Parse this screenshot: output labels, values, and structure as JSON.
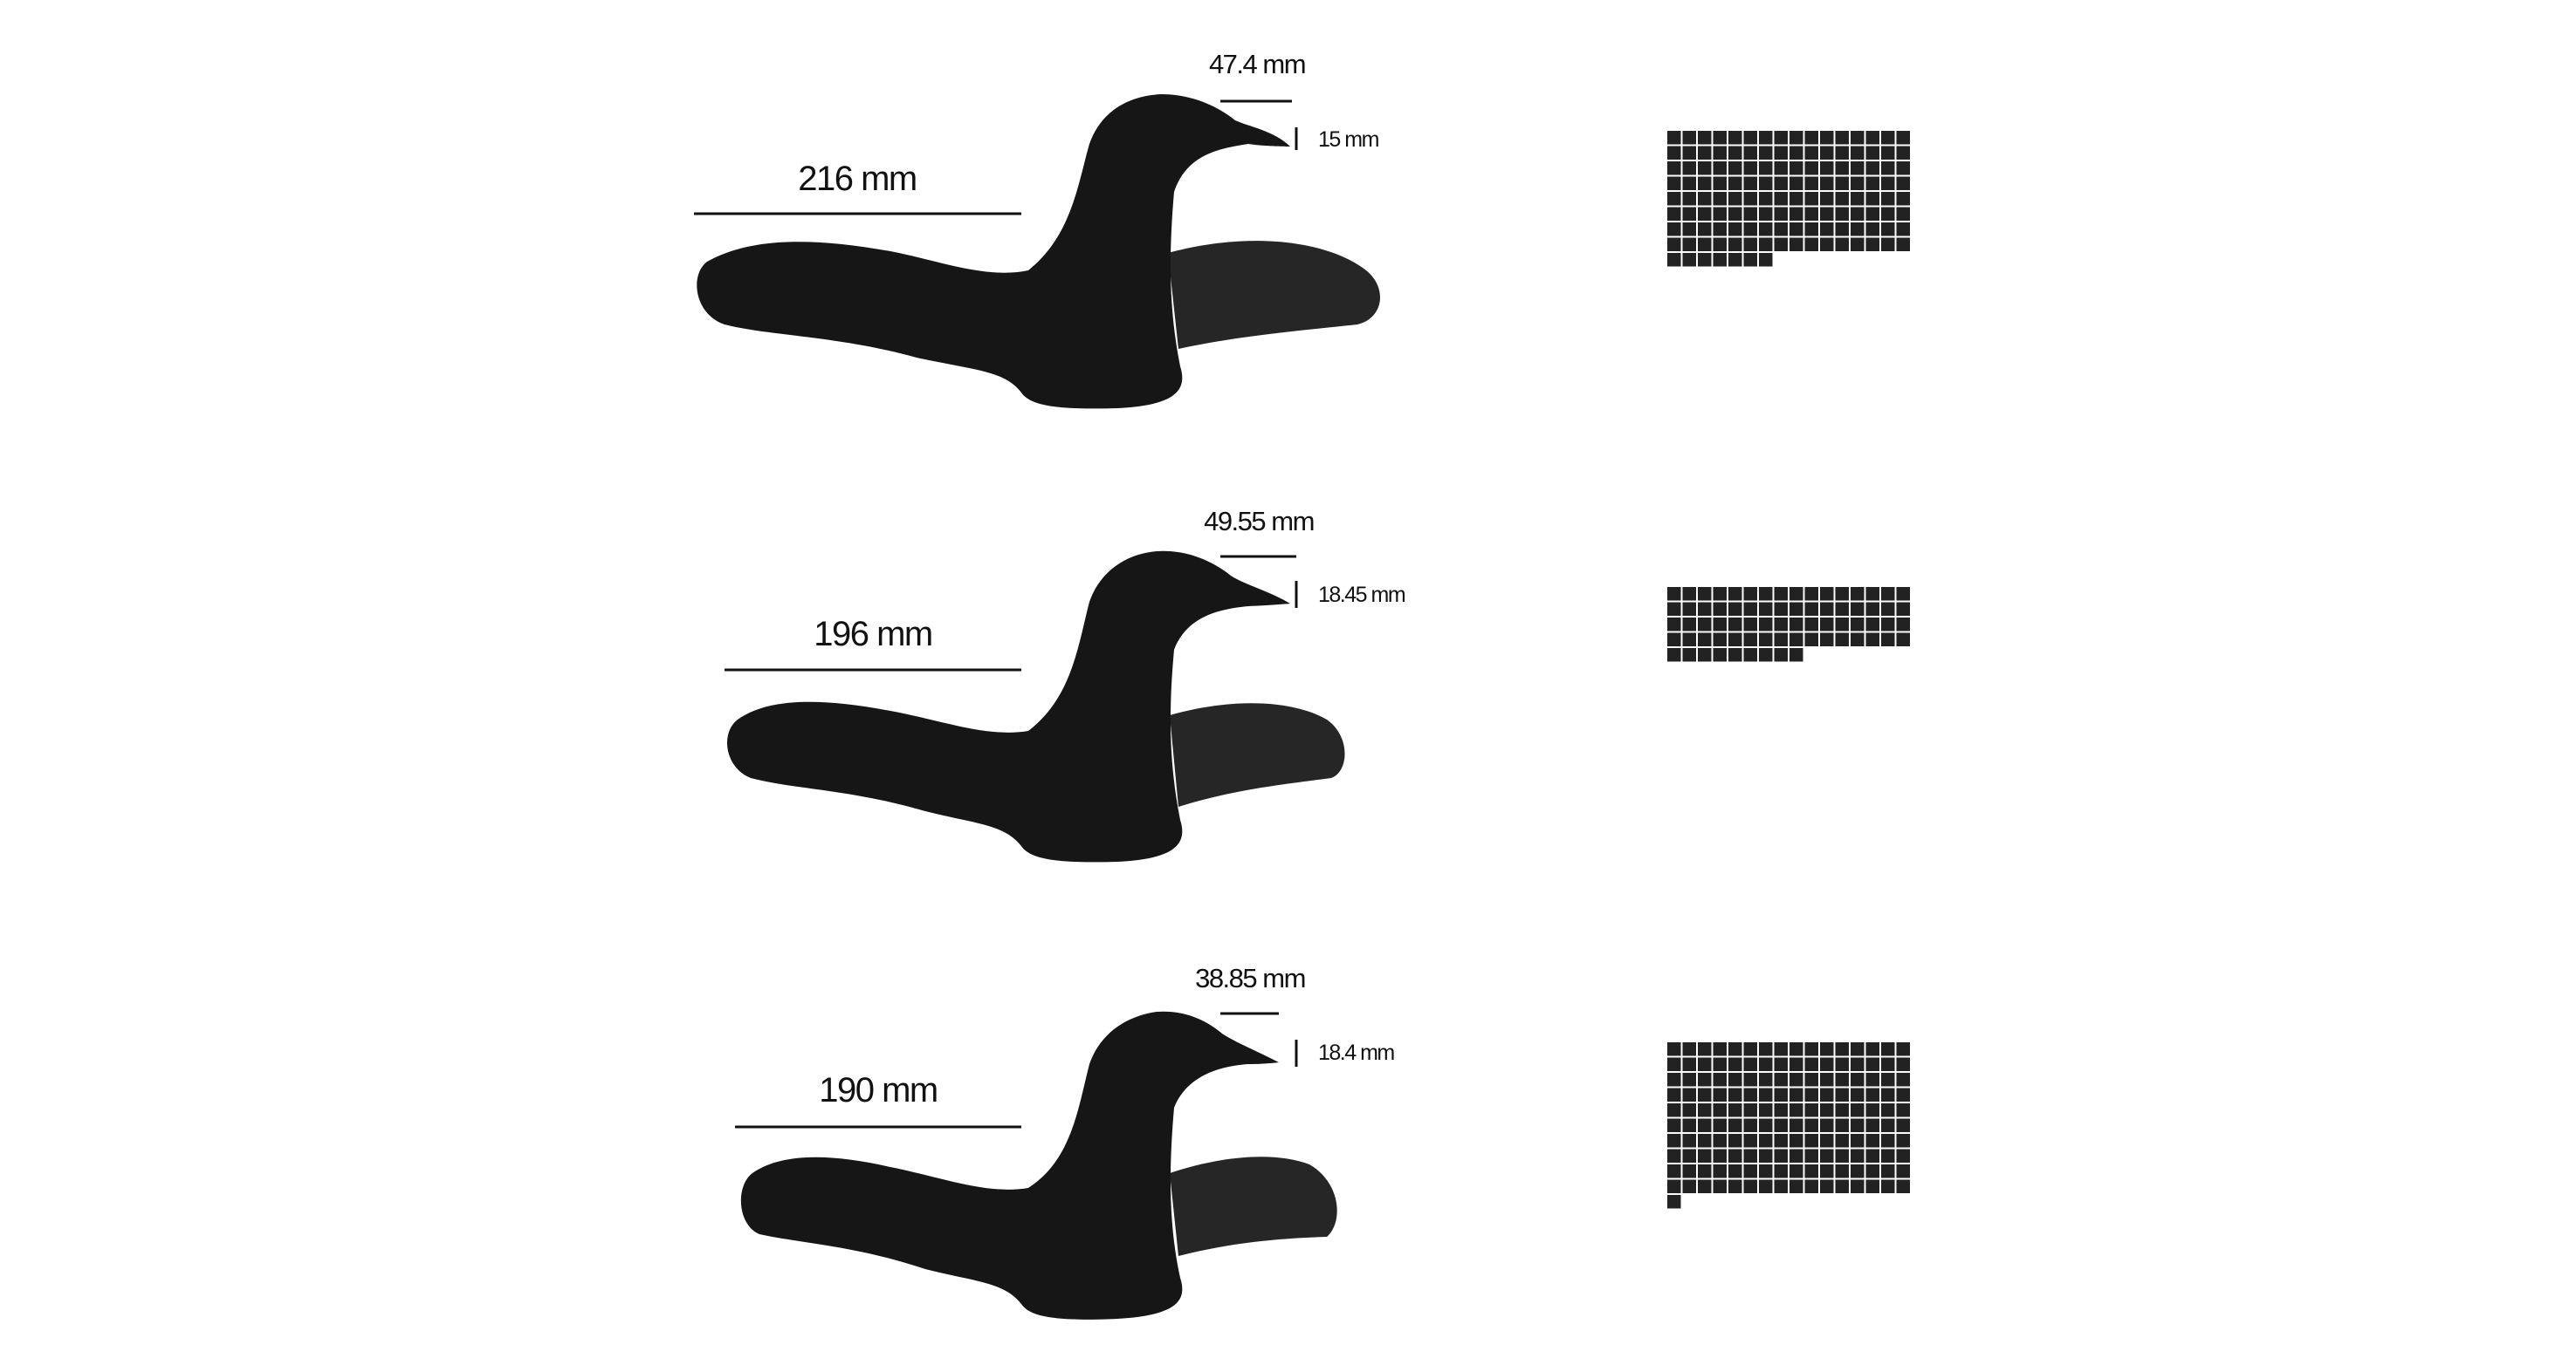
{
  "colors": {
    "background": "#ffffff",
    "body": "#161616",
    "far_wing": "#262626",
    "grid_cell": "#222222",
    "grid_gap": "#ffffff",
    "line": "#111111"
  },
  "birds": [
    {
      "body_length_label": "216 mm",
      "beak_length_label": "47.4 mm",
      "beak_height_label": "15 mm",
      "grid_count": 135
    },
    {
      "body_length_label": "196 mm",
      "beak_length_label": "49.55 mm",
      "beak_height_label": "18.45 mm",
      "grid_count": 73
    },
    {
      "body_length_label": "190 mm",
      "beak_length_label": "38.85 mm",
      "beak_height_label": "18.4 mm",
      "grid_count": 161
    }
  ]
}
